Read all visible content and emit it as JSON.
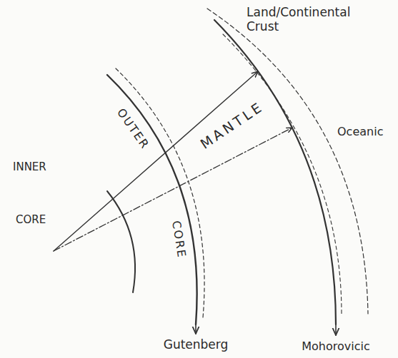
{
  "diagram": {
    "labels": [
      "Land/Continental Crust",
      "MANTLE",
      "OUTER",
      "Oceanic",
      "INNER",
      "CORE",
      "CORE",
      "Gutenberg",
      "Mohorovicic"
    ]
  }
}
